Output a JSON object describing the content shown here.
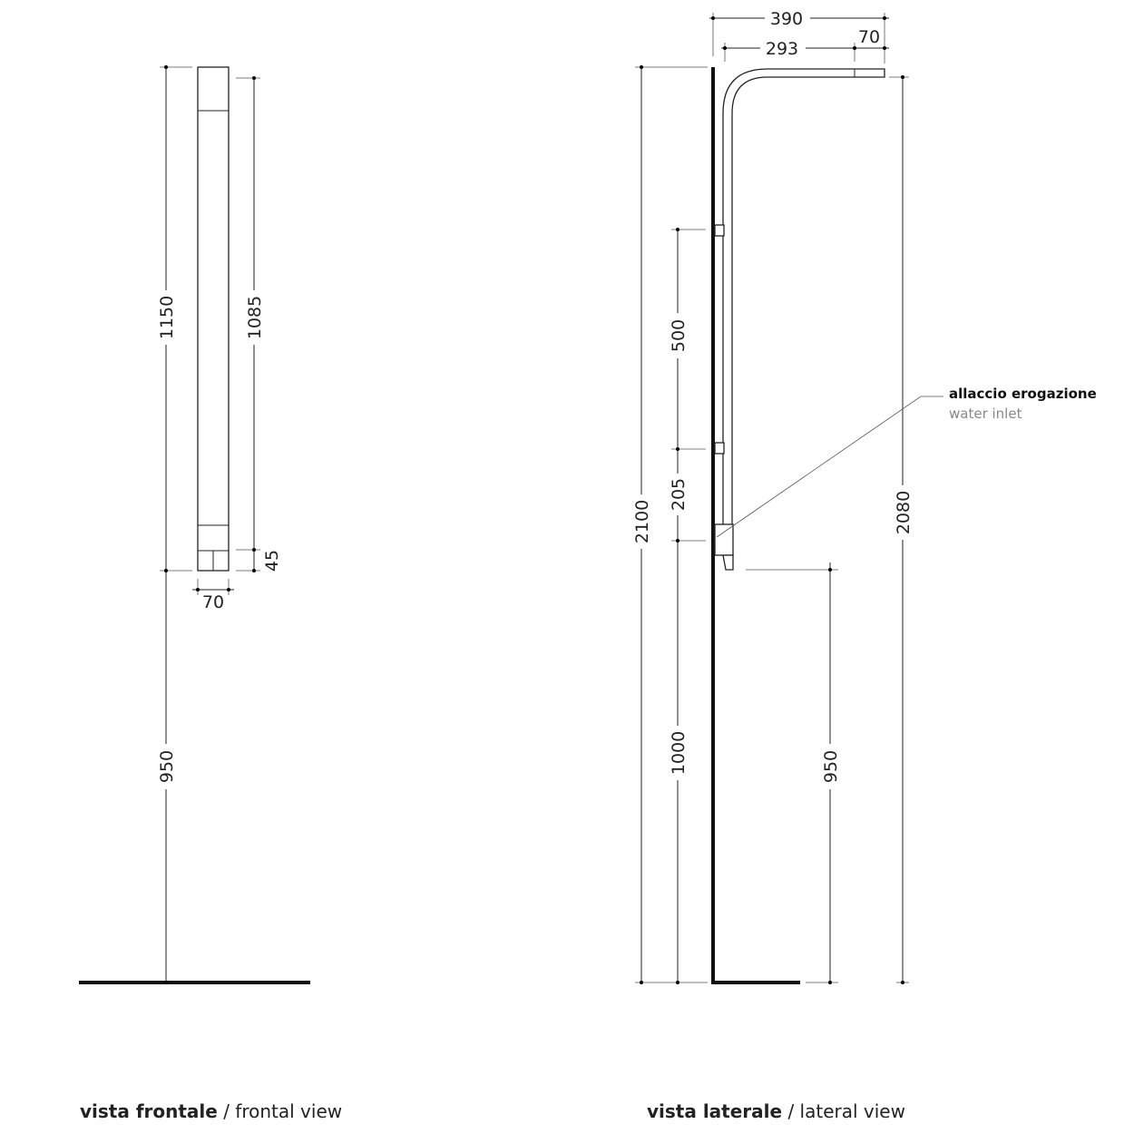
{
  "frontal": {
    "caption_it": "vista frontale",
    "caption_en": "/ frontal view",
    "dims": {
      "total_upper": "1150",
      "column": "1085",
      "base": "45",
      "width": "70",
      "floor_height": "950"
    }
  },
  "lateral": {
    "caption_it": "vista laterale",
    "caption_en": "/ lateral view",
    "dims": {
      "reach": "390",
      "arm": "293",
      "head": "70",
      "total": "2100",
      "brackets": "500",
      "inlet_offset": "205",
      "inlet_height": "1000",
      "pipe_height": "2080",
      "outlet_height": "950"
    },
    "callout_it": "allaccio erogazione",
    "callout_en": "water inlet"
  }
}
